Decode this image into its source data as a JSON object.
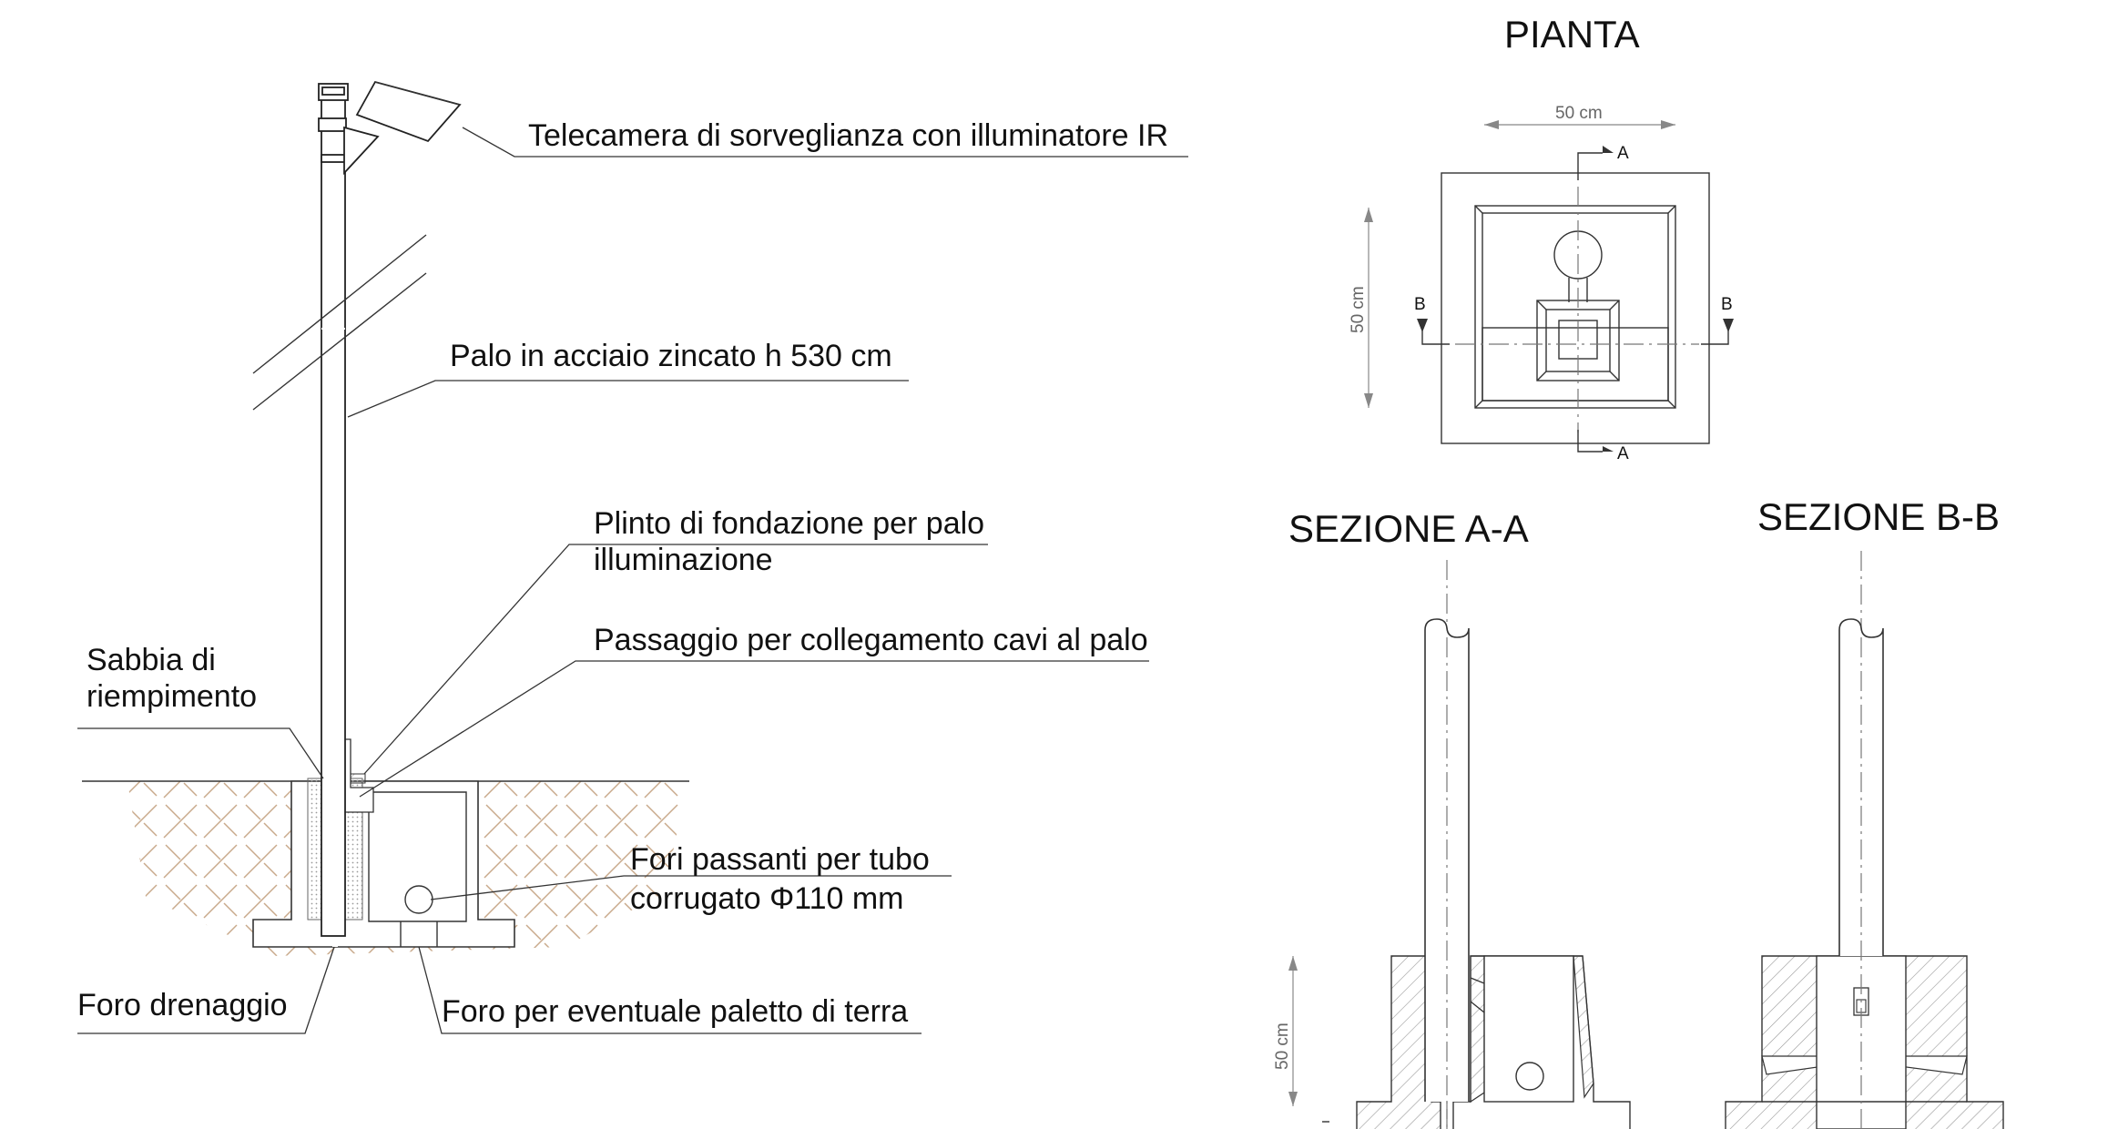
{
  "labels": {
    "camera": "Telecamera di sorveglianza con illuminatore IR",
    "pole": "Palo in acciaio zincato h 530 cm",
    "plinth_1": "Plinto di fondazione per palo",
    "plinth_2": "illuminazione",
    "cable_passage": "Passaggio per collegamento cavi al palo",
    "sand_1": "Sabbia di",
    "sand_2": "riempimento",
    "holes_1": "Fori passanti per tubo",
    "holes_2": "corrugato Φ110 mm",
    "drain": "Foro drenaggio",
    "ground_rod": "Foro per eventuale paletto di terra"
  },
  "plan": {
    "title": "PIANTA",
    "dim_width": "50 cm",
    "dim_height": "50 cm",
    "section_a": "A",
    "section_b": "B"
  },
  "section_aa": {
    "title": "SEZIONE A-A",
    "dim_height": "50 cm"
  },
  "section_bb": {
    "title": "SEZIONE B-B"
  },
  "colors": {
    "soil_hatch": "#c8a888",
    "sand": "#b8b8b8",
    "line": "#333333"
  }
}
